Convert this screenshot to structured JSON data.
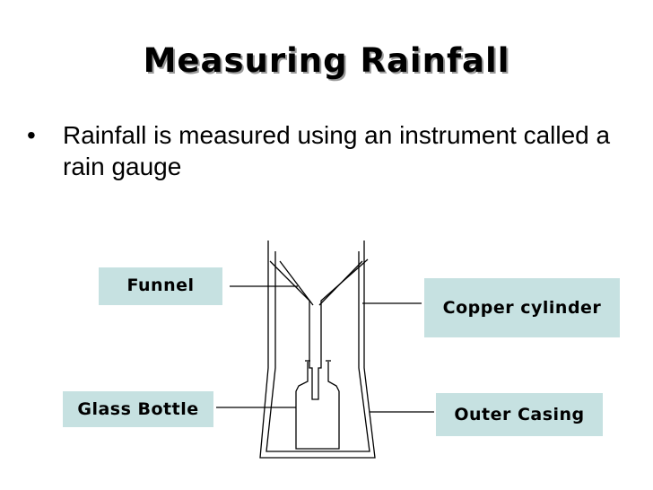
{
  "title": "Measuring Rainfall",
  "bullets": [
    {
      "mark": "•",
      "text": "Rainfall is measured using an instrument called a rain gauge"
    }
  ],
  "labels": {
    "funnel": "Funnel",
    "copper_cylinder": "Copper cylinder",
    "glass_bottle": "Glass Bottle",
    "outer_casing": "Outer Casing"
  },
  "colors": {
    "label_background": "#c6e1e1",
    "title_shadow": "#9a9a9a"
  }
}
